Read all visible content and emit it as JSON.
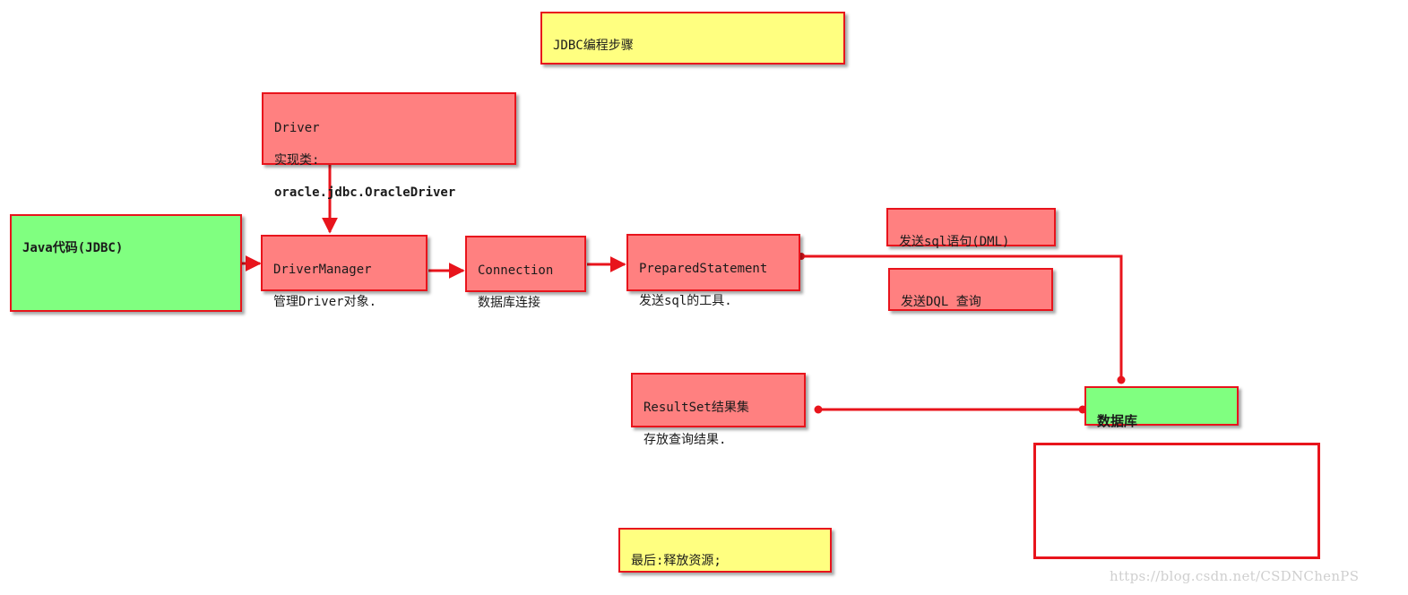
{
  "title": "JDBC编程步骤",
  "nodes": {
    "driver": [
      "Driver",
      "实现类:",
      "oracle.jdbc.OracleDriver"
    ],
    "java_code": "Java代码(JDBC)",
    "driver_manager": [
      "DriverManager",
      "管理Driver对象."
    ],
    "connection": [
      "Connection",
      "数据库连接"
    ],
    "prepared_statement": [
      "PreparedStatement",
      "发送sql的工具."
    ],
    "send_dml": "发送sql语句(DML)",
    "send_dql": "发送DQL 查询",
    "result_set": [
      "ResultSet结果集",
      "存放查询结果."
    ],
    "database": "数据库",
    "release": "最后:释放资源;"
  },
  "watermark": "https://blog.csdn.net/CSDNChenPS"
}
